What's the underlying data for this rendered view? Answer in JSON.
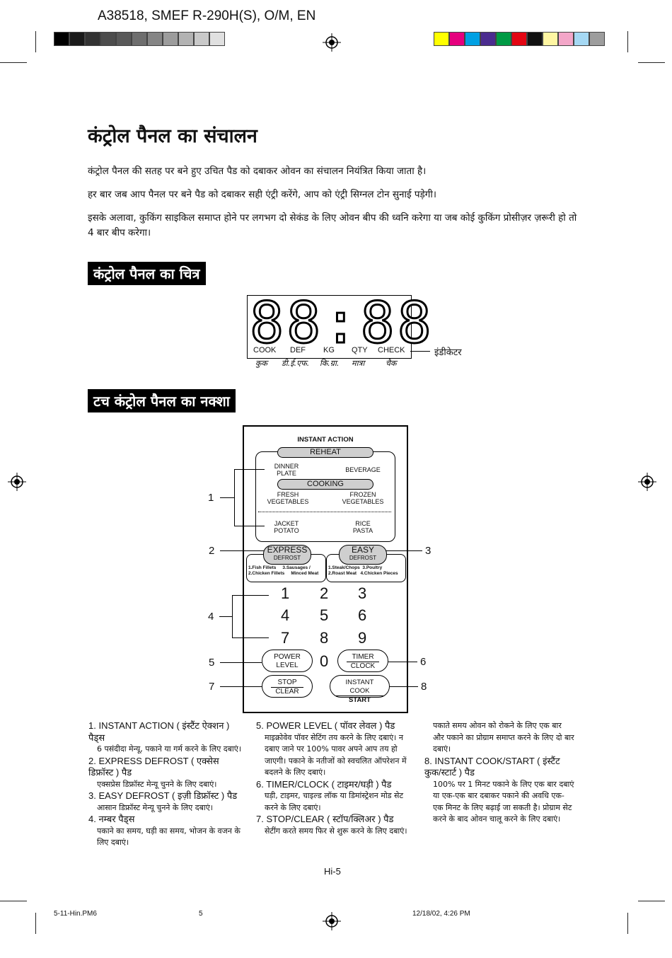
{
  "header": {
    "doc_code": "A38518, SMEF R-290H(S), O/M, EN"
  },
  "colors": {
    "gray_swatches": [
      "#000000",
      "#1a1a1a",
      "#333333",
      "#4d4d4d",
      "#595959",
      "#6e6e6e",
      "#858585",
      "#9c9c9c",
      "#b3b3b3",
      "#c9c9c9",
      "#e0e0e0"
    ],
    "color_swatches": [
      "#ffff00",
      "#e6007e",
      "#00a0e3",
      "#4b2c8f",
      "#009a44",
      "#e30613",
      "#111111",
      "#fff6a3",
      "#f3a6c8",
      "#a5d8f3",
      "#9d9d9d"
    ]
  },
  "title": "कंट्रोल पैनल का संचालन",
  "paragraphs": [
    "कंट्रोल पैनल की सतह पर बने हुए उचित पैड को दबाकर ओवन का संचालन नियंत्रित किया जाता है।",
    "हर बार जब आप पैनल पर बने पैड को दबाकर सही एंट्री करेंगे, आप को एंट्री सिग्नल टोन सुनाई पड़ेगी।",
    "इसके अलावा, कुकिंग साइकिल समाप्त होने पर लगभग दो सेकंड के लिए ओवन बीप की ध्वनि करेगा या जब कोई कुकिंग प्रोसीज़र ज़रूरी हो तो 4 बार बीप करेगा।"
  ],
  "section1": "कंट्रोल पैनल का चित्र",
  "display": {
    "digits": "88:88",
    "indicators_en": [
      "COOK",
      "DEF",
      "KG",
      "QTY",
      "CHECK"
    ],
    "indicators_hi": [
      "कुक",
      "डी.ई.एफ.",
      "कि.ग्रा.",
      "मात्रा",
      "चैक"
    ],
    "indicator_label": "इंडीकेटर"
  },
  "section2": "टच कंट्रोल पैनल का नक्शा",
  "panel": {
    "instant_action": "INSTANT ACTION",
    "reheat": "REHEAT",
    "dinner_plate": "DINNER\nPLATE",
    "beverage": "BEVERAGE",
    "cooking": "COOKING",
    "fresh_veg": "FRESH\nVEGETABLES",
    "frozen_veg": "FROZEN\nVEGETABLES",
    "jacket_potato": "JACKET\nPOTATO",
    "rice_pasta": "RICE\nPASTA",
    "express": "EXPRESS",
    "easy": "EASY",
    "defrost": "DEFROST",
    "express_items_1": "1.Fish Fillets     3.Sausages /",
    "express_items_2": "2.Chicken Fillets     Minced Meat",
    "easy_items_1": "1.Steak/Chops  3.Poultry",
    "easy_items_2": "2.Roast Meat   4.Chicken Pieces",
    "digits": [
      "1",
      "2",
      "3",
      "4",
      "5",
      "6",
      "7",
      "8",
      "9",
      "0"
    ],
    "power": "POWER",
    "level": "LEVEL",
    "timer": "TIMER",
    "clock": "CLOCK",
    "stop": "STOP",
    "clear": "CLEAR",
    "instant_cook": "INSTANT COOK",
    "start": "START"
  },
  "callouts": [
    "1",
    "2",
    "3",
    "4",
    "5",
    "6",
    "7",
    "8"
  ],
  "notes_col1": [
    {
      "hd": "1. INSTANT ACTION ( इंस्टैंट ऐक्शन ) पैड्स",
      "sub": "6 पसंदीदा मेन्यू, पकाने या गर्म करने के लिए दबाएं।"
    },
    {
      "hd": "2. EXPRESS DEFROST ( एक्सेस डिफ्रॉस्ट ) पैड",
      "sub": "एक्सप्रेस डिफ्रॉस्ट मेन्यू चुनने के लिए दबाएं।"
    },
    {
      "hd": "3. EASY DEFROST ( इज़ी डिफ्रॉस्ट ) पैड",
      "sub": "आसान डिफ्रॉस्ट मेन्यू चुनने के लिए दबाएं।"
    },
    {
      "hd": "4. नम्बर पैड्स",
      "sub": "पकाने का समय, घड़ी का समय, भोजन के वजन के लिए दबाएं।"
    }
  ],
  "notes_col2": [
    {
      "hd": "5. POWER LEVEL ( पॉवर लेवल ) पैड",
      "sub": "माइक्रोवेव पॉवर सेटिंग तय करने के लिए दबाएं। न दबाए जाने पर 100% पावर अपने आप तय हो जाएगी। पकाने के नतीजों को स्वचलित ऑपरेशन में बदलने के लिए दबाएं।"
    },
    {
      "hd": "6. TIMER/CLOCK ( टाइमर/घड़ी ) पैड",
      "sub": "घड़ी, टाइमर, चाइल्ड लॉक या डिमांस्ट्रेशन मोड सेट करने के लिए दबाएं।"
    },
    {
      "hd": "7. STOP/CLEAR ( स्टॉप/क्लिअर ) पैड",
      "sub": "सेटींग करते समय फिर से शुरू करने के लिए दबाएं।"
    }
  ],
  "notes_col3": [
    {
      "hd": "",
      "sub": "पकाते समय ओवन को रोकने के लिए एक बार और पकाने का प्रोग्राम समाप्त करने के लिए दो बार दबाएं।"
    },
    {
      "hd": "8. INSTANT COOK/START ( इंस्टैंट कुक/स्टार्ट ) पैड",
      "sub": "100% पर 1 मिनट पकाने के लिए एक बार दबाएं या एक-एक बार दबाकर पकाने की अवधि एक-एक मिनट के लिए बढ़ाई जा सकती है। प्रोग्राम सेट करने के बाद ओवन चालू करने के लिए दबाएं।"
    }
  ],
  "page_number": "Hi-5",
  "footer": {
    "file": "5-11-Hin.PM6",
    "page": "5",
    "date": "12/18/02, 4:26 PM"
  }
}
